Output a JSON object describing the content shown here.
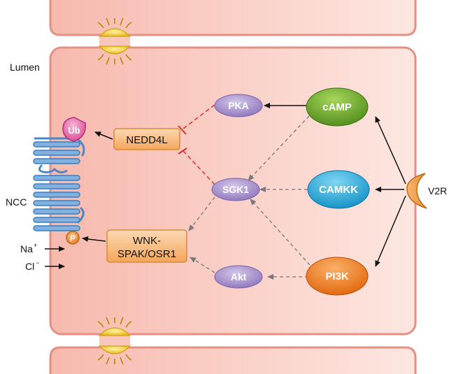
{
  "labels": {
    "lumen": "Lumen",
    "ncc": "NCC",
    "na": "Na",
    "na_sup": "+",
    "cl": "Cl",
    "cl_sup": "−",
    "v2r": "V2R"
  },
  "nodes": {
    "pka": "PKA",
    "sgk1": "SGK1",
    "akt": "Akt",
    "camp": "cAMP",
    "camkk": "CAMKK",
    "pi3k": "PI3K",
    "nedd4l": "NEDD4L",
    "wnk_line1": "WNK-",
    "wnk_line2": "SPAK/OSR1",
    "ub": "Ub",
    "p": "P"
  },
  "colors": {
    "cell_fill": "#f8cdc3",
    "cell_border": "#e08a80",
    "purple": "#a58fc9",
    "green": "#6aa12a",
    "cyan": "#1aa9d9",
    "orange": "#f07b1a",
    "box_orange": "#f9c48f",
    "ub_pink": "#e867a8",
    "ncc_blue": "#5b9bd5",
    "inhibit_red": "#d9302c",
    "junction_yellow": "#f4c21a"
  }
}
